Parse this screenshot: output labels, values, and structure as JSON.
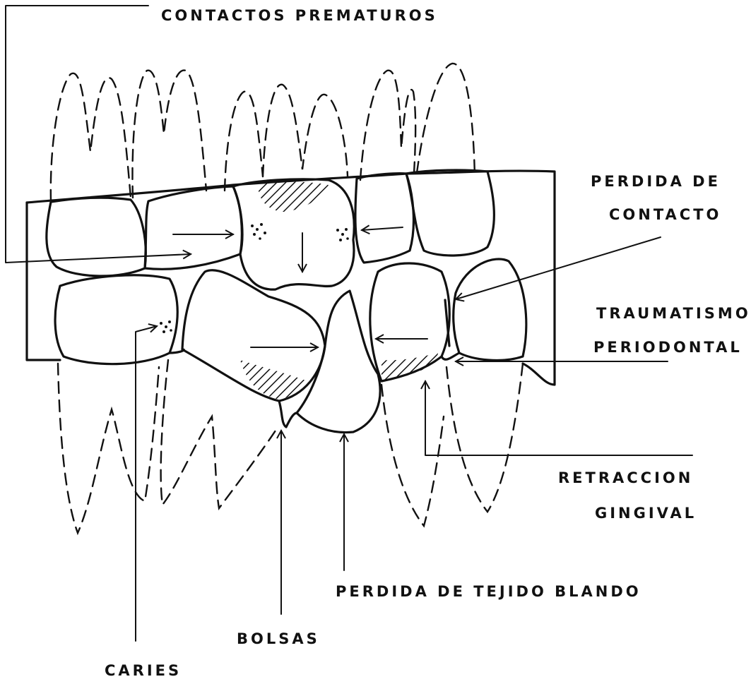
{
  "labels": {
    "contactos_prematuros": "CONTACTOS   PREMATUROS",
    "perdida_de": "PERDIDA  DE",
    "contacto": "CONTACTO",
    "traumatismo": "TRAUMATISMO",
    "periodontal": "PERIODONTAL",
    "retraccion": "RETRACCION",
    "gingival": "GINGIVAL",
    "perdida_tejido_blando": "PERDIDA  DE  TEJIDO  BLANDO",
    "bolsas": "BOLSAS",
    "caries": "CARIES"
  }
}
